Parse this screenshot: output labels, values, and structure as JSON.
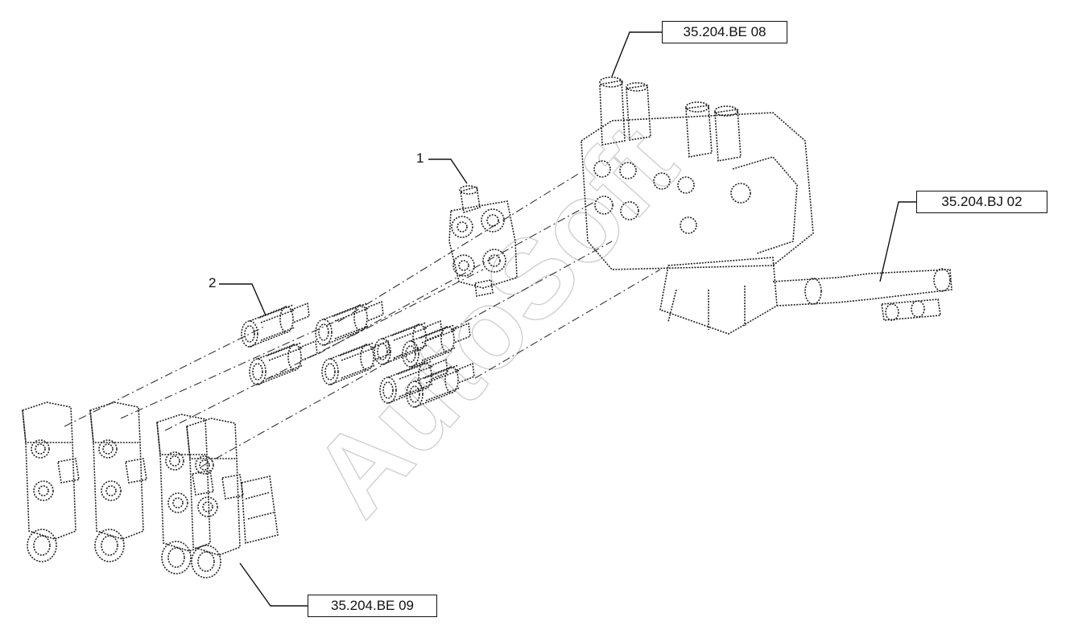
{
  "diagram": {
    "references": [
      {
        "id": "ref-be08",
        "label": "35.204.BE 08"
      },
      {
        "id": "ref-bj02",
        "label": "35.204.BJ 02"
      },
      {
        "id": "ref-be09",
        "label": "35.204.BE 09"
      }
    ],
    "items": [
      {
        "id": "item-1",
        "number": "1"
      },
      {
        "id": "item-2",
        "number": "2"
      }
    ],
    "watermark": "AutoSoft",
    "colors": {
      "line": "#111111",
      "background": "#ffffff",
      "watermark_stroke": "#cfcfcf"
    }
  }
}
